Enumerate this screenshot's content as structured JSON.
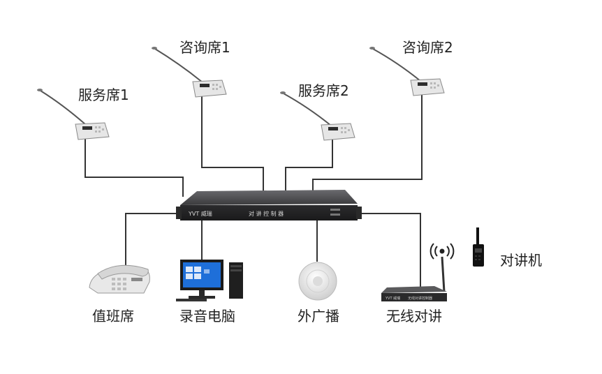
{
  "labels": {
    "consult1": "咨询席1",
    "consult2": "咨询席2",
    "service1": "服务席1",
    "service2": "服务席2",
    "duty": "值班席",
    "recorder": "录音电脑",
    "speaker": "外广播",
    "wireless": "无线对讲",
    "radio": "对讲机"
  },
  "controller": {
    "brand": "YVT 威瑞",
    "title": "对 讲 控 制 器"
  },
  "wireless_box": {
    "brand": "YVT 威瑞",
    "title": "无线对讲控制器"
  },
  "colors": {
    "controller_body": "#3a3a3c",
    "wire": "#333333",
    "screen": "#1e6fd9"
  }
}
